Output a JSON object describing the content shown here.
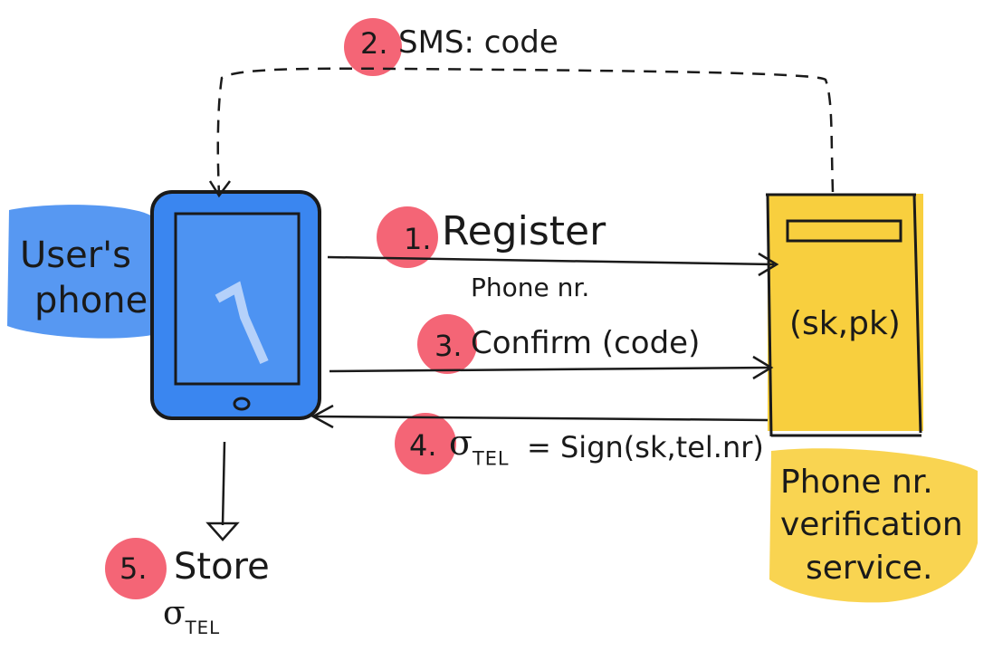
{
  "colors": {
    "phone_fill": "#3a86f0",
    "service_fill": "#f8cf3e",
    "step_highlight": "#f24a5e",
    "ink": "#1a1a1a"
  },
  "phone": {
    "label_line1": "User's",
    "label_line2": "phone"
  },
  "service": {
    "keys": "(sk,pk)",
    "label_line1": "Phone nr.",
    "label_line2": "verification",
    "label_line3": "service."
  },
  "steps": [
    {
      "number": "1.",
      "text": "Register",
      "subtext": "Phone nr."
    },
    {
      "number": "2.",
      "text": "SMS: code"
    },
    {
      "number": "3.",
      "text": "Confirm (code)"
    },
    {
      "number": "4.",
      "sigma": "σ",
      "sigma_sub": "TEL",
      "text": "= Sign(sk,tel.nr)"
    },
    {
      "number": "5.",
      "text": "Store",
      "sigma": "σ",
      "sigma_sub": "TEL"
    }
  ]
}
